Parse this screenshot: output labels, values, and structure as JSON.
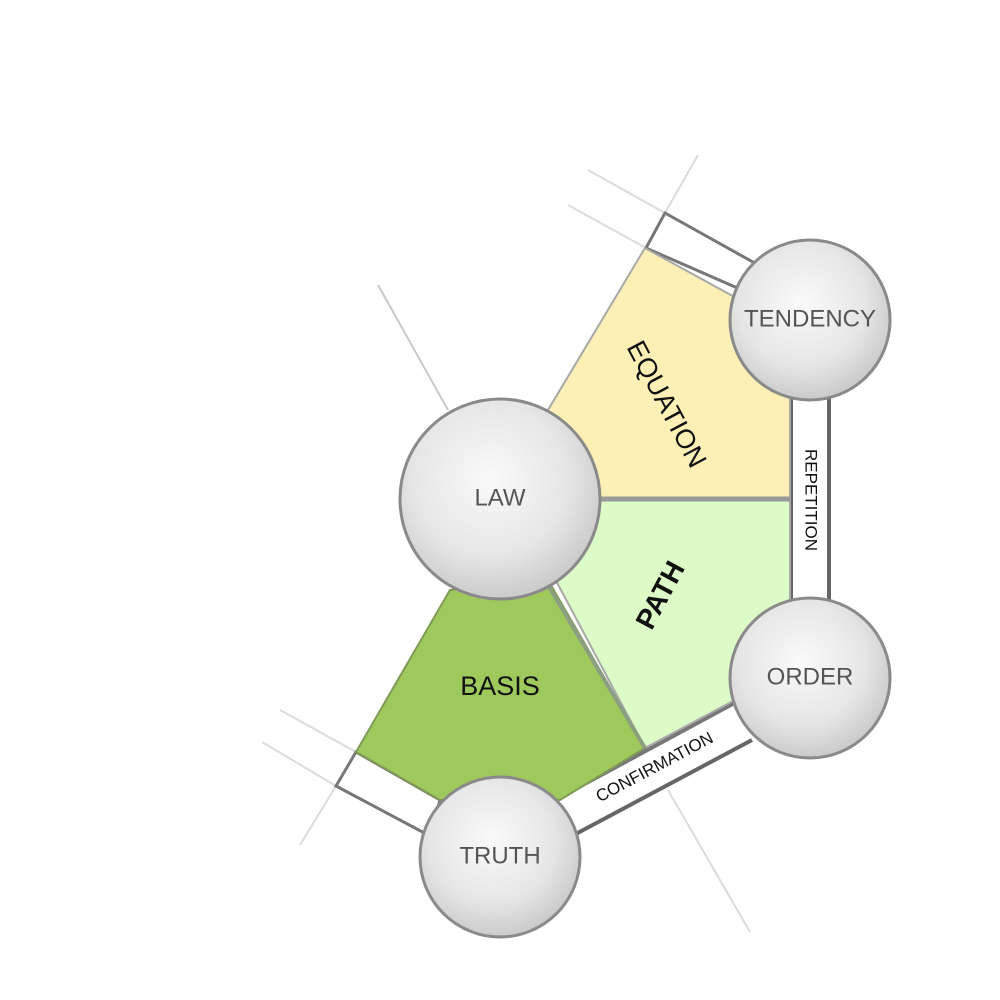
{
  "nodes": {
    "law": "LAW",
    "tendency": "TENDENCY",
    "order": "ORDER",
    "truth": "TRUTH"
  },
  "regions": {
    "equation": "EQUATION",
    "path": "PATH",
    "basis": "BASIS"
  },
  "edges": {
    "repetition": "REPETITION",
    "confirmation": "CONFIRMATION"
  },
  "colors": {
    "equation_fill": "#fdf0b6",
    "path_fill": "#ddfbc7",
    "basis_fill": "#9fc95c",
    "node_fill_light": "#f7f7f7",
    "node_fill_dark": "#c8c8c8",
    "node_stroke": "#8a8a8a"
  }
}
